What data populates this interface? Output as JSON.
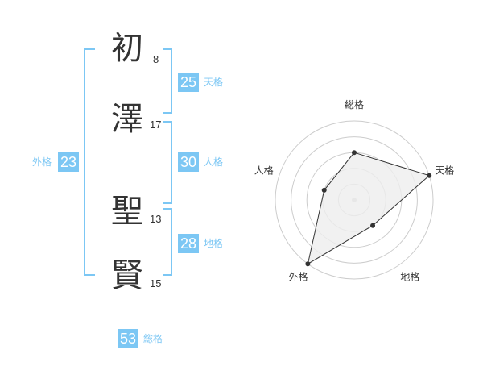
{
  "characters": [
    {
      "char": "初",
      "strokes": "8"
    },
    {
      "char": "澤",
      "strokes": "17"
    },
    {
      "char": "聖",
      "strokes": "13"
    },
    {
      "char": "賢",
      "strokes": "15"
    }
  ],
  "fortunes": {
    "tenkaku": {
      "value": "25",
      "label": "天格"
    },
    "jinkaku": {
      "value": "30",
      "label": "人格"
    },
    "chikaku": {
      "value": "28",
      "label": "地格"
    },
    "gaikaku": {
      "value": "23",
      "label": "外格"
    },
    "soukaku": {
      "value": "53",
      "label": "総格"
    }
  },
  "colors": {
    "accent": "#7cc7f4",
    "text": "#333333",
    "grid": "#cccccc"
  },
  "chart_data": {
    "type": "radar",
    "axes": [
      "総格",
      "天格",
      "地格",
      "外格",
      "人格"
    ],
    "values": [
      3,
      5,
      2,
      5,
      2
    ],
    "max": 5,
    "rings": 5,
    "fill": "#eeeeee",
    "stroke": "#333333"
  }
}
